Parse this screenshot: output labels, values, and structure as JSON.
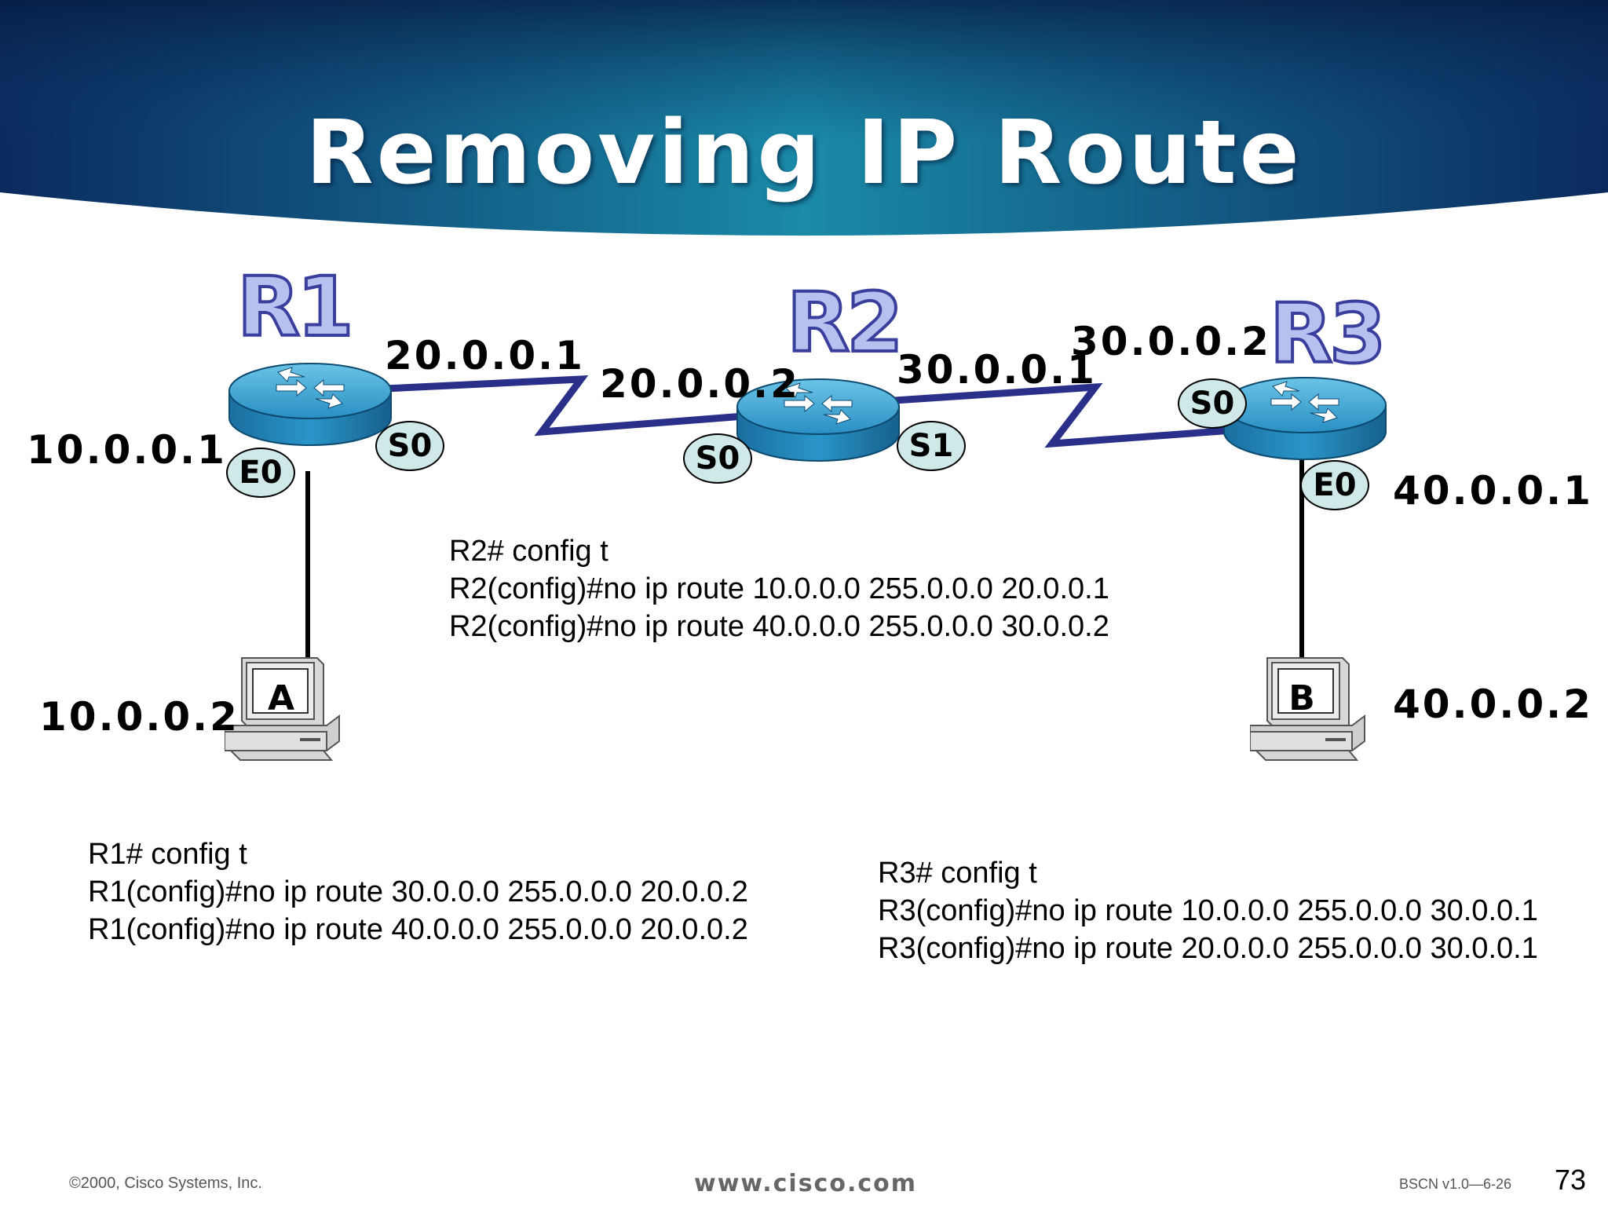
{
  "slide": {
    "title": "Removing IP Route",
    "footer_copyright": "©2000, Cisco Systems, Inc.",
    "footer_url": "www.cisco.com",
    "footer_code": "BSCN v1.0—6-26",
    "page_number": "73"
  },
  "routers": [
    {
      "name": "R1",
      "interfaces": [
        "E0",
        "S0"
      ]
    },
    {
      "name": "R2",
      "interfaces": [
        "S0",
        "S1"
      ]
    },
    {
      "name": "R3",
      "interfaces": [
        "S0",
        "E0"
      ]
    }
  ],
  "hosts": [
    {
      "label": "A",
      "ip": "10.0.0.2"
    },
    {
      "label": "B",
      "ip": "40.0.0.2"
    }
  ],
  "addresses": {
    "r1_e0": "10.0.0.1",
    "r1_s0": "20.0.0.1",
    "r2_s0": "20.0.0.2",
    "r2_s1": "30.0.0.1",
    "r3_s0": "30.0.0.2",
    "r3_e0": "40.0.0.1"
  },
  "commands": {
    "r1": [
      "R1# config t",
      "R1(config)#no ip route 30.0.0.0 255.0.0.0 20.0.0.2",
      "R1(config)#no ip route 40.0.0.0 255.0.0.0 20.0.0.2"
    ],
    "r2": [
      "R2# config t",
      "R2(config)#no ip route 10.0.0.0 255.0.0.0 20.0.0.1",
      "R2(config)#no ip route 40.0.0.0 255.0.0.0 30.0.0.2"
    ],
    "r3": [
      "R3# config t",
      "R3(config)#no ip route 10.0.0.0 255.0.0.0 30.0.0.1",
      "R3(config)#no ip route 20.0.0.0 255.0.0.0 30.0.0.1"
    ]
  },
  "colors": {
    "banner_dark": "#0b2a5e",
    "banner_light": "#1a8aa8",
    "serial_link": "#2a2f8a",
    "router_top": "#3aa6d0",
    "router_body": "#1e7fb0",
    "interface_fill": "#cfe8e8",
    "router_name_fill": "#b8c0f0"
  }
}
